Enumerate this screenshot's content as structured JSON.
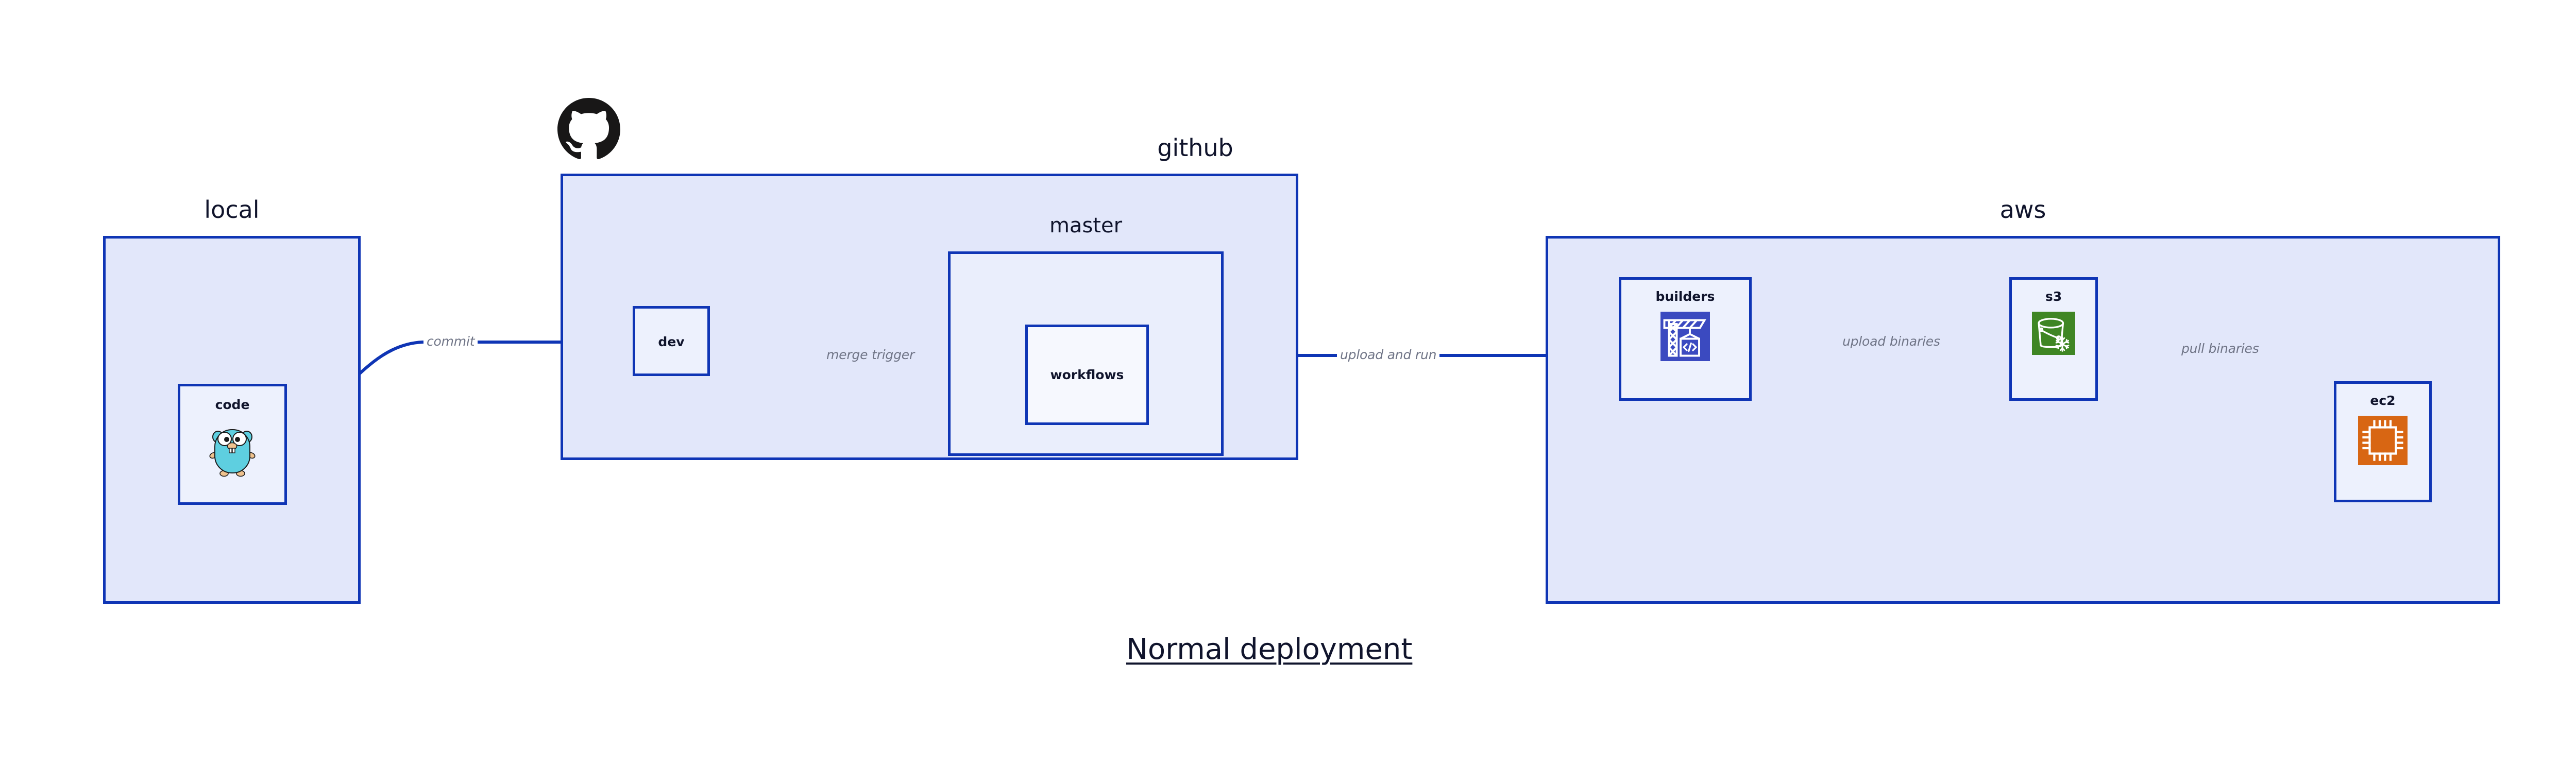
{
  "diagram": {
    "title": "Normal deployment",
    "accent_border": "#0f35b5",
    "group_fill": "#e2e7fa",
    "node_fill": "#edf1fd",
    "label_color": "#10142c",
    "edge_label_color": "#6f7486"
  },
  "groups": {
    "local": {
      "label": "local"
    },
    "github": {
      "label": "github",
      "icon": "github-octocat-icon"
    },
    "master": {
      "label": "master"
    },
    "aws": {
      "label": "aws"
    }
  },
  "nodes": {
    "code": {
      "label": "code",
      "icon": "go-gopher-icon",
      "icon_color": "#5ecfe0"
    },
    "dev": {
      "label": "dev"
    },
    "workflows": {
      "label": "workflows"
    },
    "builders": {
      "label": "builders",
      "icon": "aws-codebuild-crane-icon",
      "icon_color": "#3b4ac0"
    },
    "s3": {
      "label": "s3",
      "icon": "aws-s3-glacier-bucket-icon",
      "icon_color": "#3f8624"
    },
    "ec2": {
      "label": "ec2",
      "icon": "aws-ec2-chip-icon",
      "icon_color": "#d86613"
    }
  },
  "edges": [
    {
      "id": "commit",
      "label": "commit",
      "from": "code",
      "to": "dev"
    },
    {
      "id": "merge-trigger",
      "label": "merge trigger",
      "from": "dev",
      "to": "workflows"
    },
    {
      "id": "upload-and-run",
      "label": "upload and run",
      "from": "workflows",
      "to": "builders"
    },
    {
      "id": "upload-binaries",
      "label": "upload binaries",
      "from": "builders",
      "to": "s3"
    },
    {
      "id": "pull-binaries",
      "label": "pull binaries",
      "from": "s3",
      "to": "ec2"
    }
  ]
}
